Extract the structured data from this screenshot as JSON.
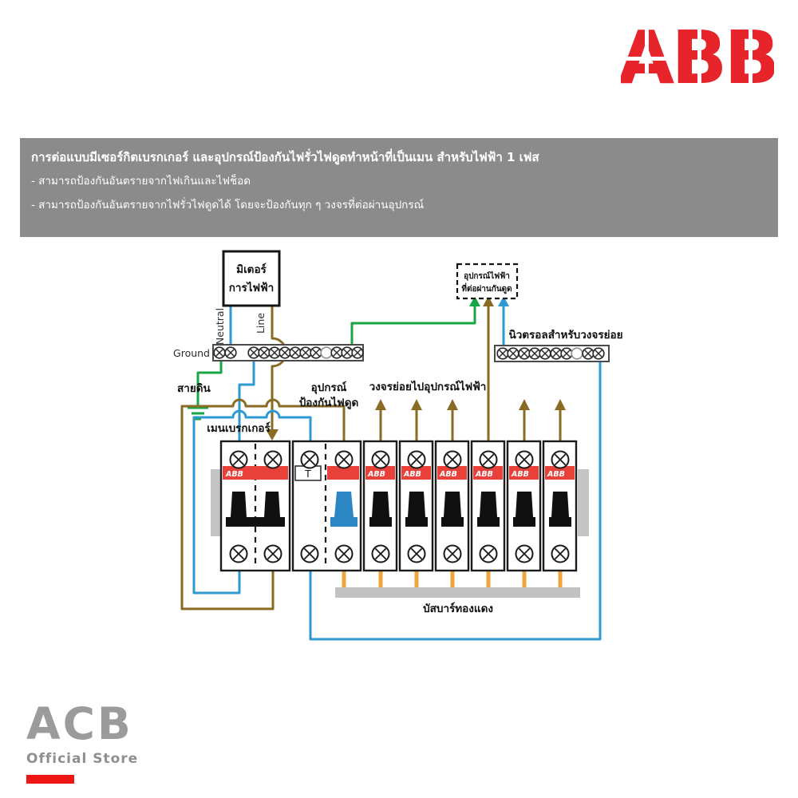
{
  "header": {
    "brand": "ABB"
  },
  "banner": {
    "title": "การต่อแบบมีเซอร์กิตเบรกเกอร์ และอุปกรณ์ป้องกันไฟรั่วไฟดูดทำหน้าที่เป็นเมน สำหรับไฟฟ้า 1 เฟส",
    "bullet1": "- สามารถป้องกันอันตรายจากไฟเกินและไฟช็อด",
    "bullet2": "- สามารถป้องกันอันตรายจากไฟรั่วไฟดูดได้ โดยจะป้องกันทุก ๆ วงจรที่ต่อผ่านอุปกรณ์"
  },
  "diagram": {
    "meter": {
      "line1": "มิเตอร์",
      "line2": "การไฟฟ้า"
    },
    "labels": {
      "neutral": "Neutral",
      "line": "Line",
      "ground": "Ground",
      "earth_wire": "สายดิน",
      "main_breaker": "เมนเบรกเกอร์",
      "rcd_line1": "อุปกรณ์",
      "rcd_line2": "ป้องกันไฟดูด",
      "branch_circuits": "วงจรย่อยไปอุปกรณ์ไฟฟ้า",
      "neutral_bar": "นิวตรอลสำหรับวงจรย่อย",
      "busbar": "บัสบาร์ทองแดง"
    },
    "dashed_box": {
      "line1": "อุปกรณ์ไฟฟ้า",
      "line2": "ที่ต่อผ่านกันดูด"
    },
    "breaker_brand": "ABB",
    "test_button": "T"
  },
  "footer": {
    "store_name": "ACB",
    "store_sub": "Official Store"
  },
  "colors": {
    "abb_logo_red": "#e8242b",
    "breaker_band_red": "#e8413a",
    "wire_blue": "#2f9ad2",
    "wire_brown": "#8a6b24",
    "wire_green": "#18a544",
    "wire_orange": "#f0a43c",
    "toggle_blue": "#2d86c4",
    "banner_gray": "#8b8b8b",
    "busbar_gray": "#c2c2c2",
    "store_gray": "#9b9b9b",
    "store_bar_red": "#ee1515"
  }
}
